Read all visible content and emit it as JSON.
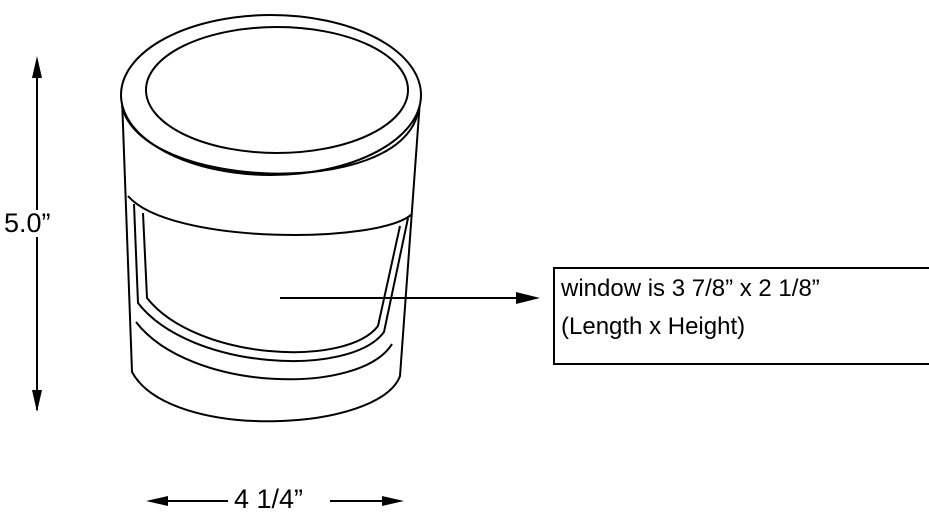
{
  "diagram": {
    "height_dimension": "5.0”",
    "width_dimension": "4 1/4”",
    "callout": {
      "line1": "window is 3 7/8” x 2 1/8”",
      "line2": "(Length x Height)"
    },
    "colors": {
      "stroke": "#000000",
      "fill": "#ffffff"
    }
  }
}
